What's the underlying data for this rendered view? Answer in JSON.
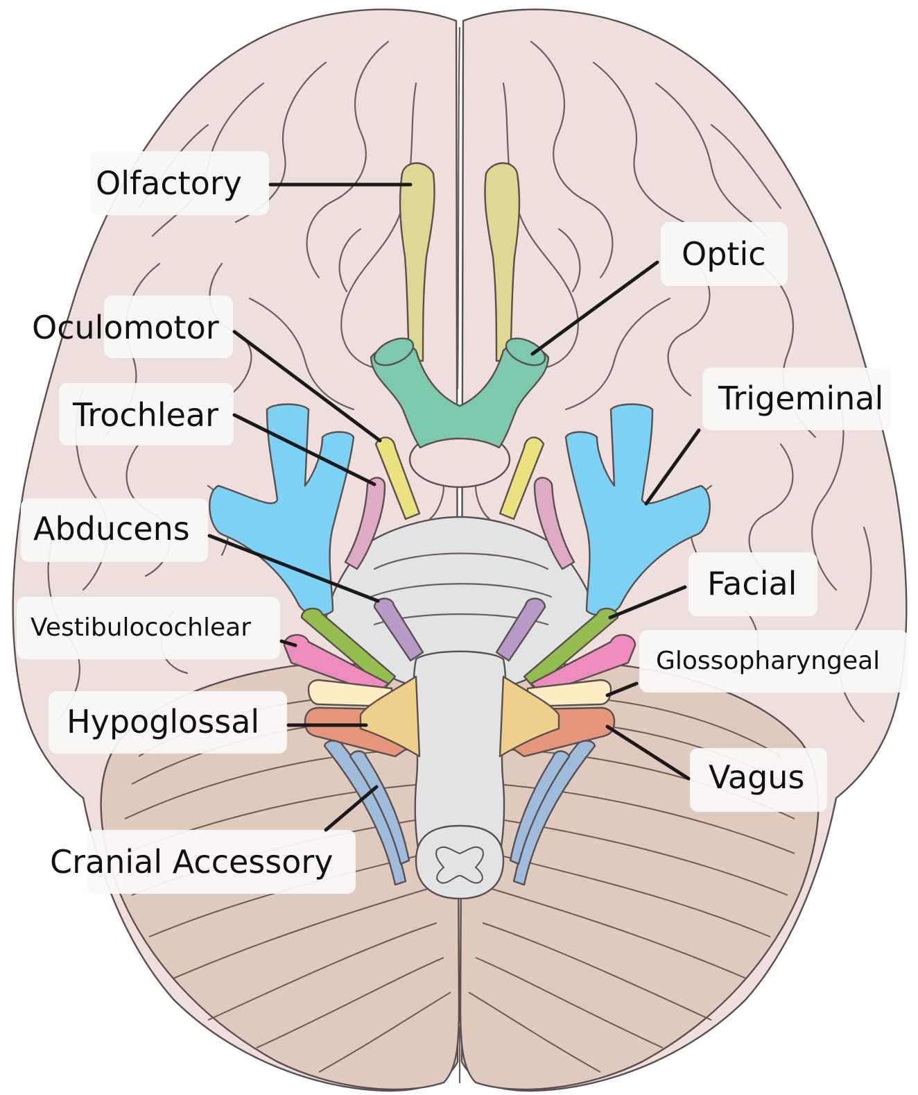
{
  "colors": {
    "cerebrum": "#efdfdc",
    "cerebellum": "#decbbe",
    "brainstem": "#e2e3e5",
    "olfactory": "#dbd993",
    "optic": "#7dc9ad",
    "oculomotor": "#e9e27f",
    "trochlear": "#deaac6",
    "trigeminal": "#7dd1f5",
    "abducens": "#b79ac7",
    "facial": "#93be4f",
    "vestibulocochlear": "#ee8cbd",
    "glossopharyngeal": "#fdeec5",
    "vagus": "#e5967a",
    "accessory": "#9fbcdc",
    "hypoglossal_ganglion": "#efd08a"
  },
  "labels": {
    "olfactory": "Olfactory",
    "optic": "Optic",
    "oculomotor": "Oculomotor",
    "trochlear": "Trochlear",
    "trigeminal": "Trigeminal",
    "abducens": "Abducens",
    "facial": "Facial",
    "vestibulocochlear": "Vestibulocochlear",
    "glossopharyngeal": "Glossopharyngeal",
    "hypoglossal": "Hypoglossal",
    "vagus": "Vagus",
    "cranial_accessory": "Cranial Accessory"
  }
}
